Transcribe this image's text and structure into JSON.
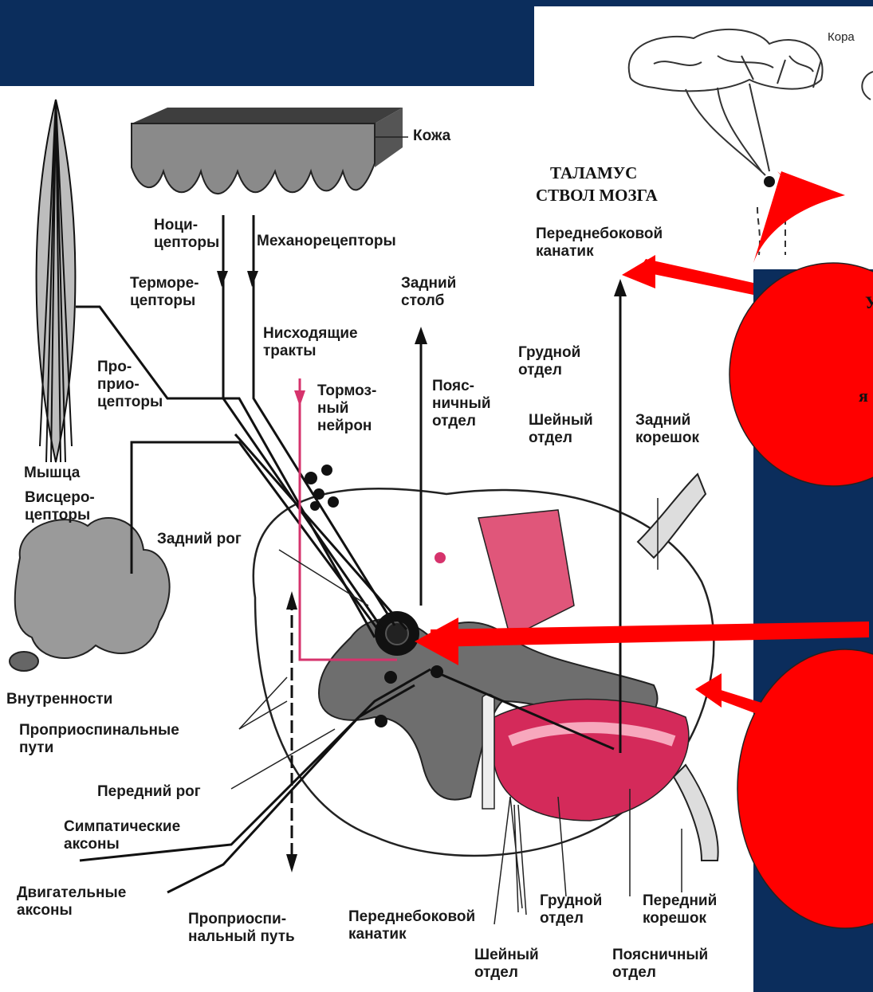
{
  "cortex": {
    "label": "Кора"
  },
  "center_title": {
    "line1": "ТАЛАМУС",
    "line2": "СТВОЛ МОЗГА"
  },
  "callout_fragments": {
    "upper_1": "У",
    "upper_2": "я"
  },
  "labels": {
    "skin": "Кожа",
    "nociceptors": "Ноци-\nцепторы",
    "mechanoreceptors": "Механорецепторы",
    "thermoreceptors": "Терморе-\nцепторы",
    "descending_tracts": "Нисходящие\nтракты",
    "posterior_column": "Задний\nстолб",
    "anterolateral_top": "Переднебоковой\nканатик",
    "proprioceptors": "Про-\nприо-\nцепторы",
    "inhibitory_neuron": "Тормоз-\nный\nнейрон",
    "lumbar_top": "Пояс-\nничный\nотдел",
    "thoracic_top": "Грудной\nотдел",
    "cervical_top": "Шейный\nотдел",
    "dorsal_root": "Задний\nкорешок",
    "muscle": "Мышца",
    "visceroreceptors": "Висцеро-\nцепторы",
    "dorsal_horn": "Задний рог",
    "viscera": "Внутренности",
    "propriospinal_paths": "Проприоспинальные\nпути",
    "ventral_horn": "Передний рог",
    "sympathetic_axons": "Симпатические\nаксоны",
    "motor_axons": "Двигательные\nаксоны",
    "propriospinal_path": "Проприоспи-\nнальный путь",
    "anterolateral_bottom": "Переднебоковой\nканатик",
    "cervical_bottom": "Шейный\nотдел",
    "thoracic_bottom": "Грудной\nотдел",
    "ventral_root": "Передний\nкорешок",
    "lumbar_bottom": "Поясничный\nотдел"
  },
  "colors": {
    "background_navy": "#0b2d5c",
    "callout_red": "#ff0000",
    "tract_pink": "#e0567a",
    "grey_matter": "#6e6e6e"
  }
}
